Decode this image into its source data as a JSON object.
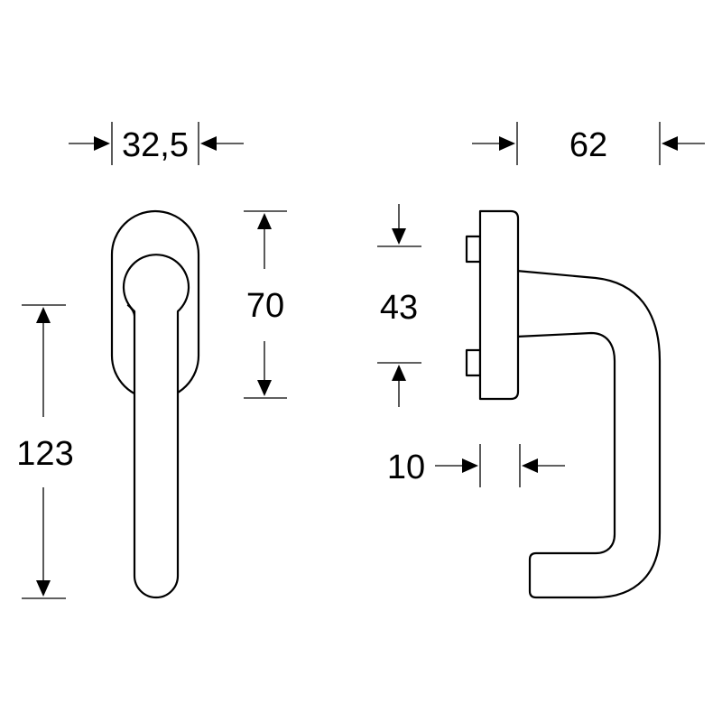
{
  "dimensions": {
    "front_width": "32,5",
    "rosette_height": "70",
    "lever_length": "123",
    "side_projection": "62",
    "fixing_distance": "43",
    "rosette_thickness": "10"
  },
  "colors": {
    "line": "#000000",
    "background": "#ffffff"
  }
}
